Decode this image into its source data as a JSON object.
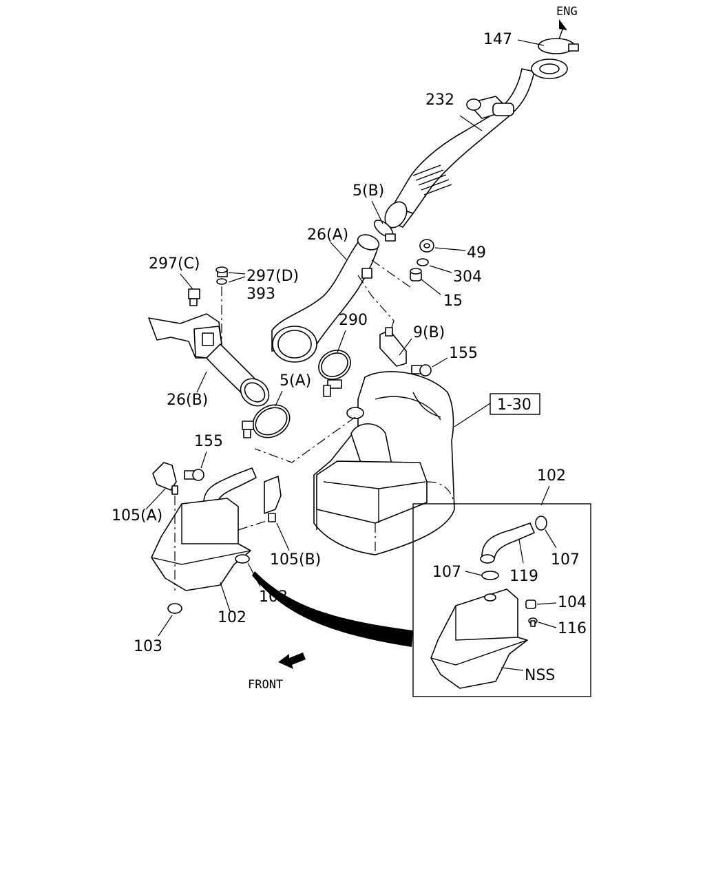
{
  "labels": {
    "eng": "ENG",
    "front": "FRONT",
    "p147": "147",
    "p232": "232",
    "p5b": "5(B)",
    "p26a": "26(A)",
    "p49": "49",
    "p304": "304",
    "p15": "15",
    "p297c": "297(C)",
    "p297d": "297(D)",
    "p393": "393",
    "p290": "290",
    "p9b": "9(B)",
    "p155a": "155",
    "p26b": "26(B)",
    "p5a": "5(A)",
    "p130": "1-30",
    "p155b": "155",
    "p105a": "105(A)",
    "p105b": "105(B)",
    "p103a": "103",
    "p102a": "102",
    "p103b": "103",
    "p102b": "102",
    "p107a": "107",
    "p107b": "107",
    "p119": "119",
    "p104": "104",
    "p116": "116",
    "nss": "NSS"
  }
}
